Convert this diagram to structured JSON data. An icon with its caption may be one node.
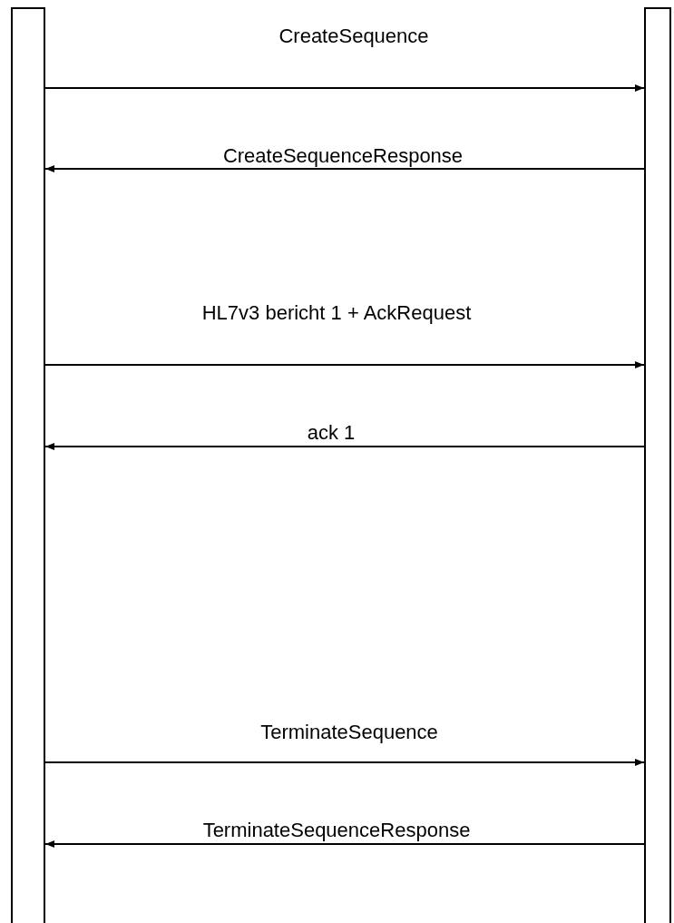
{
  "diagram": {
    "nodes": [
      {
        "text": [],
        "shape": "box"
      },
      {
        "text": [],
        "shape": "box"
      }
    ],
    "edges": [
      {
        "from": 0,
        "to": 1,
        "arrow": "to",
        "label": "CreateSequence"
      },
      {
        "from": 1,
        "to": 0,
        "arrow": "to",
        "label": "CreateSequenceResponse"
      },
      {
        "from": 0,
        "to": 1,
        "arrow": "to",
        "label": "HL7v3 bericht 1 + AckRequest"
      },
      {
        "from": 1,
        "to": 0,
        "arrow": "to",
        "label": "ack 1"
      },
      {
        "from": 0,
        "to": 1,
        "arrow": "to",
        "label": "TerminateSequence"
      },
      {
        "from": 1,
        "to": 0,
        "arrow": "to",
        "label": "TerminateSequenceResponse"
      }
    ]
  }
}
